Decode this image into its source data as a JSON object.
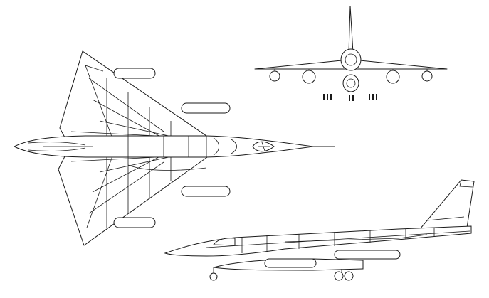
{
  "drawing": {
    "views": [
      "plan-view",
      "front-view",
      "side-view"
    ]
  },
  "colors": {
    "background": "#ffffff",
    "line": "#1a1a1a"
  }
}
